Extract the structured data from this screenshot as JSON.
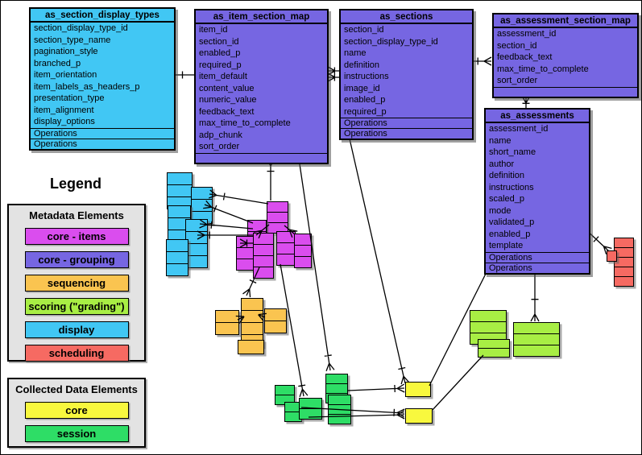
{
  "entities": [
    {
      "title": "as_section_display_types",
      "color_key": "display",
      "attributes": [
        "section_display_type_id",
        "section_type_name",
        "pagination_style",
        "branched_p",
        "item_orientation",
        "item_labels_as_headers_p",
        "presentation_type",
        "item_alignment",
        "display_options"
      ],
      "operations": [
        "Operations",
        "Operations"
      ]
    },
    {
      "title": "as_item_section_map",
      "color_key": "core_grouping",
      "attributes": [
        "item_id",
        "section_id",
        "enabled_p",
        "required_p",
        "item_default",
        "content_value",
        "numeric_value",
        "feedback_text",
        "max_time_to_complete",
        "adp_chunk",
        "sort_order"
      ],
      "operations": []
    },
    {
      "title": "as_sections",
      "color_key": "core_grouping",
      "attributes": [
        "section_id",
        "section_display_type_id",
        "name",
        "definition",
        "instructions",
        "image_id",
        "enabled_p",
        "required_p"
      ],
      "operations": [
        "Operations",
        "Operations"
      ]
    },
    {
      "title": "as_assessment_section_map",
      "color_key": "core_grouping",
      "attributes": [
        "assessment_id",
        "section_id",
        "feedback_text",
        "max_time_to_complete",
        "sort_order"
      ],
      "operations": []
    },
    {
      "title": "as_assessments",
      "color_key": "core_grouping",
      "attributes": [
        "assessment_id",
        "name",
        "short_name",
        "author",
        "definition",
        "instructions",
        "scaled_p",
        "mode",
        "validated_p",
        "enabled_p",
        "template"
      ],
      "operations": [
        "Operations",
        "Operations"
      ]
    }
  ],
  "legend": {
    "title": "Legend",
    "metadata": {
      "title": "Metadata Elements",
      "items": [
        {
          "label": "core - items",
          "color": "#DA4DEE"
        },
        {
          "label": "core - grouping",
          "color": "#7666E2"
        },
        {
          "label": "sequencing",
          "color": "#FAC450"
        },
        {
          "label": "scoring (\"grading\")",
          "color": "#A8EE44"
        },
        {
          "label": "display",
          "color": "#41C7F4"
        },
        {
          "label": "scheduling",
          "color": "#F66A62"
        }
      ]
    },
    "collected": {
      "title": "Collected Data Elements",
      "items": [
        {
          "label": "core",
          "color": "#F8F83E"
        },
        {
          "label": "session",
          "color": "#2EDD66"
        }
      ]
    }
  },
  "colors": {
    "display": "#41C7F4",
    "core_grouping": "#7666E2",
    "core_items": "#DA4DEE",
    "sequencing": "#FAC450",
    "scoring": "#A8EE44",
    "session": "#2EDD66",
    "collected_core": "#F8F83E",
    "scheduling": "#F66A62",
    "legend_bg": "#E3E3E3",
    "line": "#000000"
  }
}
